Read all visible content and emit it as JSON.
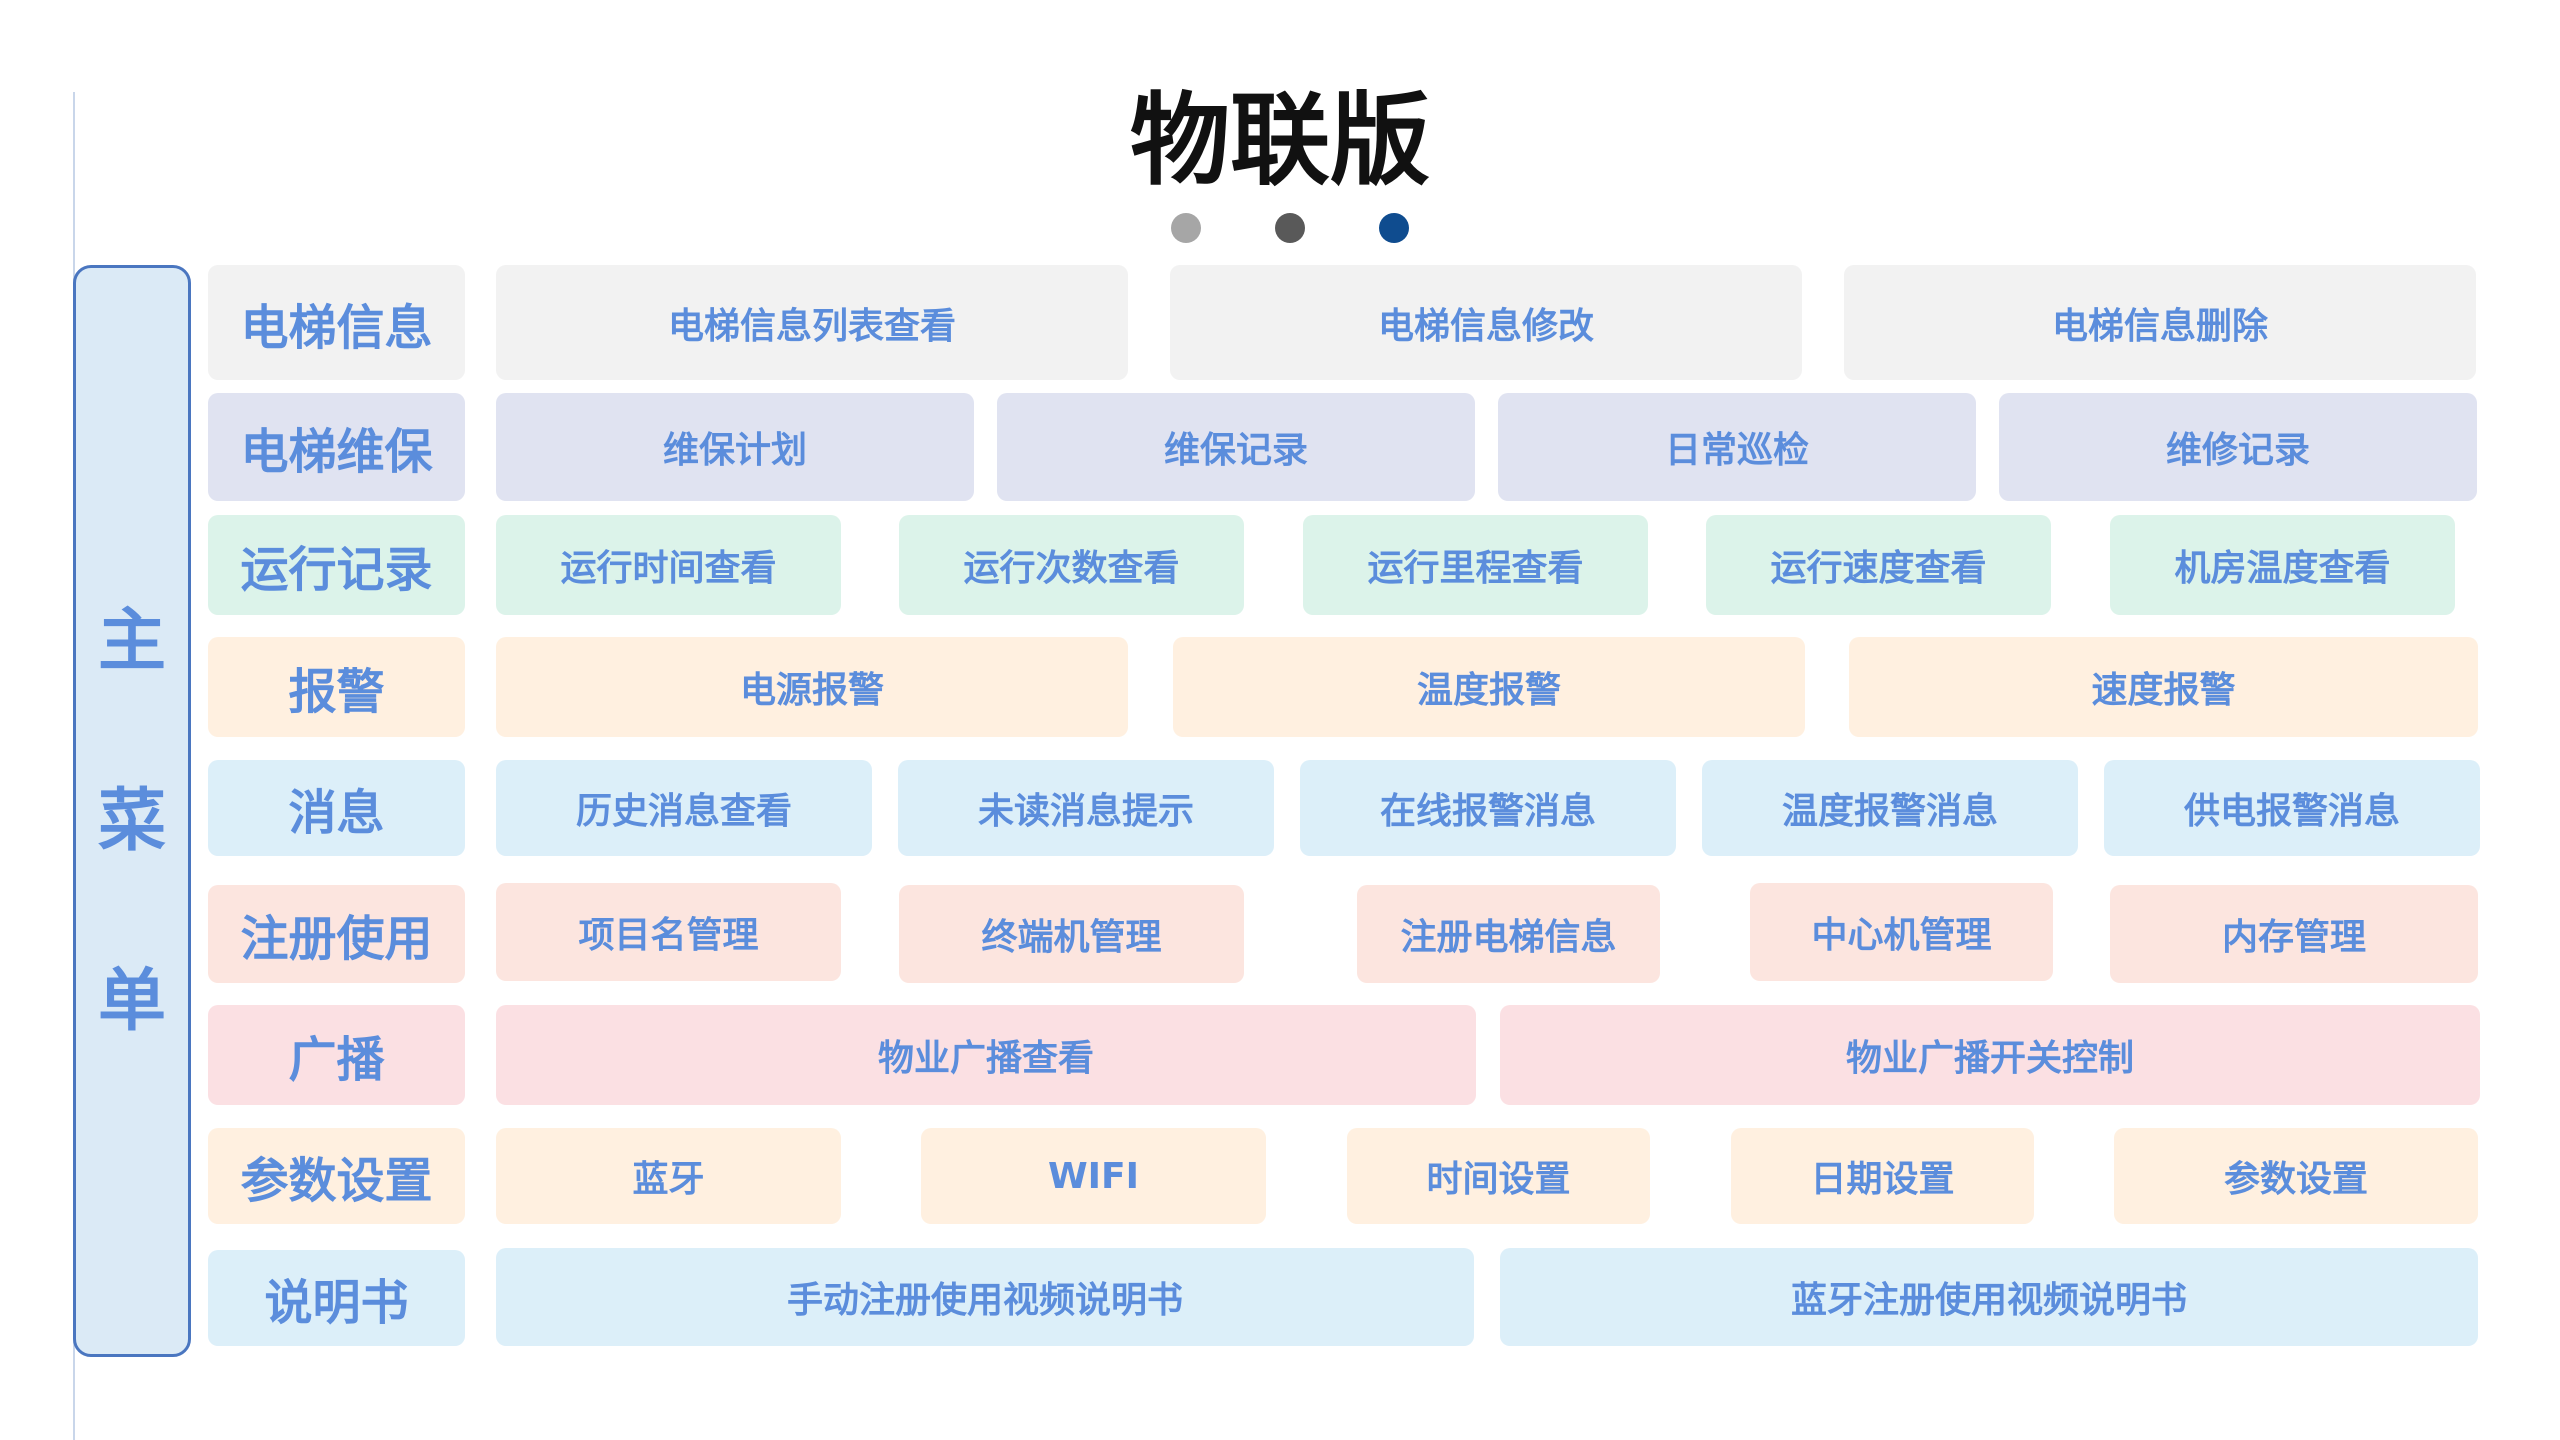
{
  "title": "物联版",
  "pager": {
    "dot_colors": [
      "#a6a6a6",
      "#595959",
      "#0f4c8f"
    ]
  },
  "main_menu": {
    "chars": [
      "主",
      "菜",
      "单"
    ]
  },
  "colors": {
    "text": "#5b8ddc",
    "main_menu_border": "#4a76c0",
    "main_menu_fill": "#dbeaf6",
    "row_fills": [
      "#f2f2f2",
      "#e0e3f1",
      "#dcf3ea",
      "#fff0e0",
      "#dceff9",
      "#fce5df",
      "#fbe0e3",
      "#fff0e0",
      "#dceff9"
    ]
  },
  "rows": [
    {
      "category": "电梯信息",
      "items": [
        "电梯信息列表查看",
        "电梯信息修改",
        "电梯信息删除"
      ]
    },
    {
      "category": "电梯维保",
      "items": [
        "维保计划",
        "维保记录",
        "日常巡检",
        "维修记录"
      ]
    },
    {
      "category": "运行记录",
      "items": [
        "运行时间查看",
        "运行次数查看",
        "运行里程查看",
        "运行速度查看",
        "机房温度查看"
      ]
    },
    {
      "category": "报警",
      "items": [
        "电源报警",
        "温度报警",
        "速度报警"
      ]
    },
    {
      "category": "消息",
      "items": [
        "历史消息查看",
        "未读消息提示",
        "在线报警消息",
        "温度报警消息",
        "供电报警消息"
      ]
    },
    {
      "category": "注册使用",
      "items": [
        "项目名管理",
        "终端机管理",
        "注册电梯信息",
        "中心机管理",
        "内存管理"
      ]
    },
    {
      "category": "广播",
      "items": [
        "物业广播查看",
        "物业广播开关控制"
      ]
    },
    {
      "category": "参数设置",
      "items": [
        "蓝牙",
        "WIFI",
        "时间设置",
        "日期设置",
        "参数设置"
      ]
    },
    {
      "category": "说明书",
      "items": [
        "手动注册使用视频说明书",
        "蓝牙注册使用视频说明书"
      ]
    }
  ]
}
